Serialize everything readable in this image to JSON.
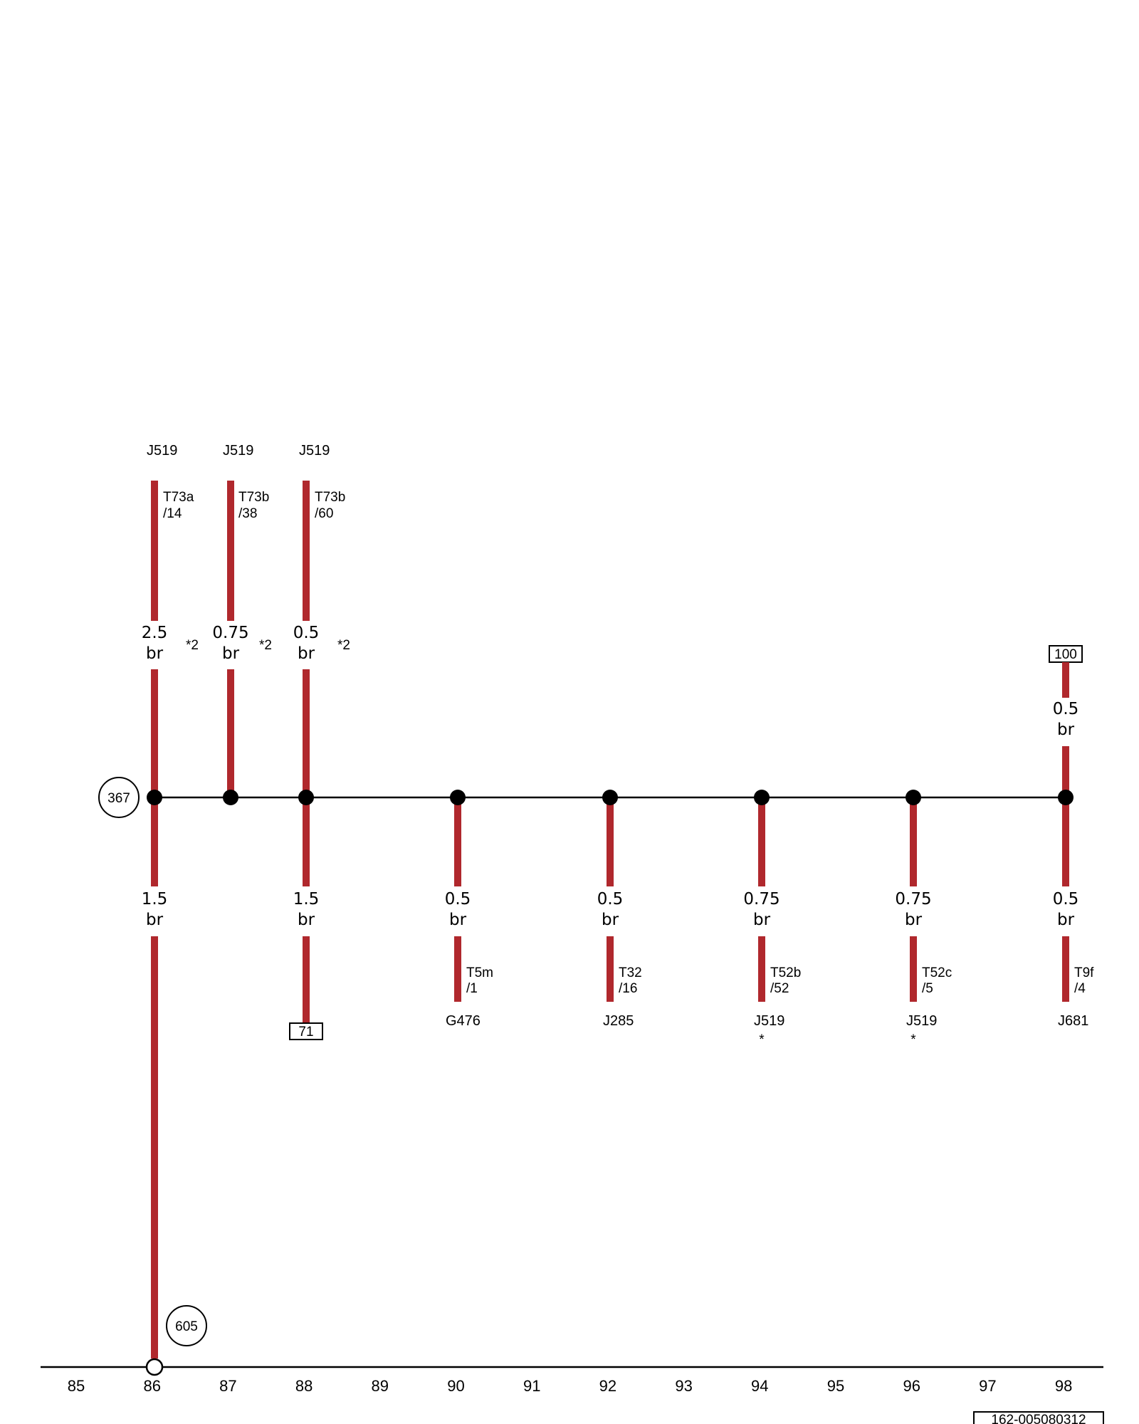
{
  "colors": {
    "wire": "#b0282d",
    "ink": "#000000",
    "background": "#ffffff"
  },
  "components_top": [
    {
      "id": "j519-a",
      "name": "J519",
      "pin": [
        "T73a",
        "/14"
      ],
      "gauge": "2.5",
      "color": "br",
      "note": "*2"
    },
    {
      "id": "j519-b",
      "name": "J519",
      "pin": [
        "T73b",
        "/38"
      ],
      "gauge": "0.75",
      "color": "br",
      "note": "*2"
    },
    {
      "id": "j519-c",
      "name": "J519",
      "pin": [
        "T73b",
        "/60"
      ],
      "gauge": "0.5",
      "color": "br",
      "note": "*2"
    }
  ],
  "ref_top": {
    "ref": "100",
    "gauge": "0.5",
    "color": "br"
  },
  "splice": "367",
  "ground_point": "605",
  "drops": [
    {
      "id": "drop-86",
      "gauge": "1.5",
      "color": "br"
    },
    {
      "id": "drop-88",
      "gauge": "1.5",
      "color": "br",
      "ref": "71"
    },
    {
      "id": "drop-90",
      "gauge": "0.5",
      "color": "br",
      "pin": [
        "T5m",
        "/1"
      ],
      "name": "G476",
      "star": ""
    },
    {
      "id": "drop-92",
      "gauge": "0.5",
      "color": "br",
      "pin": [
        "T32",
        "/16"
      ],
      "name": "J285",
      "star": ""
    },
    {
      "id": "drop-94",
      "gauge": "0.75",
      "color": "br",
      "pin": [
        "T52b",
        "/52"
      ],
      "name": "J519",
      "star": "*"
    },
    {
      "id": "drop-96",
      "gauge": "0.75",
      "color": "br",
      "pin": [
        "T52c",
        "/5"
      ],
      "name": "J519",
      "star": "*"
    },
    {
      "id": "drop-98",
      "gauge": "0.5",
      "color": "br",
      "pin": [
        "T9f",
        "/4"
      ],
      "name": "J681",
      "star": ""
    }
  ],
  "sheet_numbers": [
    "85",
    "86",
    "87",
    "88",
    "89",
    "90",
    "91",
    "92",
    "93",
    "94",
    "95",
    "96",
    "97",
    "98"
  ],
  "doc_id": "162-005080312"
}
